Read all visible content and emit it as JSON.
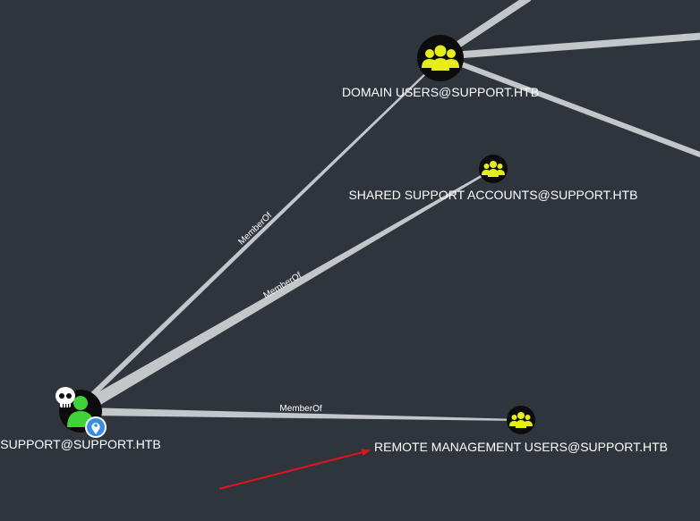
{
  "graph": {
    "nodes": {
      "domain_users": {
        "label": "DOMAIN USERS@SUPPORT.HTB",
        "type": "group",
        "icon": "group-icon"
      },
      "shared_support": {
        "label": "SHARED SUPPORT ACCOUNTS@SUPPORT.HTB",
        "type": "group",
        "icon": "group-icon"
      },
      "remote_mgmt": {
        "label": "REMOTE MANAGEMENT USERS@SUPPORT.HTB",
        "type": "group",
        "icon": "group-icon"
      },
      "support_user": {
        "label": "SUPPORT@SUPPORT.HTB",
        "type": "user",
        "icon": "user-icon",
        "badges": [
          "skull-icon",
          "location-pin-icon"
        ]
      }
    },
    "edges": [
      {
        "label": "MemberOf",
        "from": "support_user",
        "to": "domain_users"
      },
      {
        "label": "MemberOf",
        "from": "support_user",
        "to": "shared_support"
      },
      {
        "label": "MemberOf",
        "from": "support_user",
        "to": "remote_mgmt"
      }
    ]
  },
  "annotation": {
    "icon": "red-arrow-icon",
    "color": "#e0121b"
  },
  "colors": {
    "background": "#2f353d",
    "group_icon": "#e6ee1a",
    "user_icon": "#3fd33a",
    "edge": "#c4c7ca",
    "pin_badge": "#3a8de2"
  }
}
